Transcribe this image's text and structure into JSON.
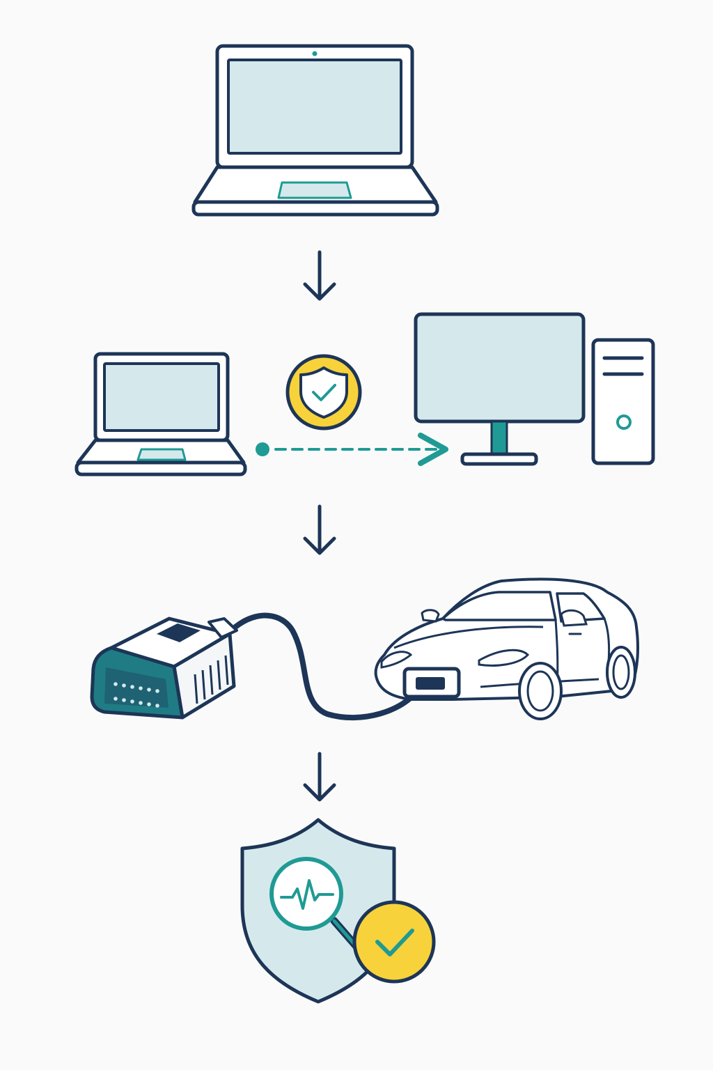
{
  "diagram": {
    "type": "vertical-flow",
    "steps": [
      {
        "name": "laptop",
        "icon": "laptop-icon"
      },
      {
        "name": "secure-transfer",
        "icons": [
          "laptop-icon",
          "shield-check-icon",
          "desktop-computer-icon"
        ],
        "connection": "dashed-arrow"
      },
      {
        "name": "obd-connection",
        "icons": [
          "obd-connector-icon",
          "car-icon"
        ],
        "connection": "cable"
      },
      {
        "name": "verified-diagnostics",
        "icons": [
          "shield-icon",
          "magnifier-heartbeat-icon",
          "check-badge-icon"
        ]
      }
    ],
    "colors": {
      "navy": "#1d3557",
      "teal": "#1f9a94",
      "screen": "#d5e9ec",
      "yellow": "#f7d23b",
      "obd_body": "#f4f6f8",
      "obd_face": "#1f7c84",
      "background": "#fafafa"
    }
  }
}
